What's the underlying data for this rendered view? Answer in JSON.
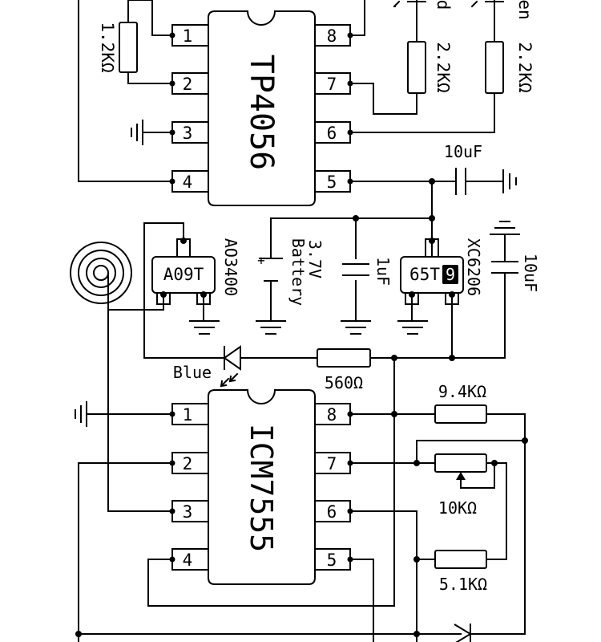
{
  "ic_tp4056": {
    "name": "TP4056",
    "pins": [
      "1",
      "2",
      "3",
      "4",
      "5",
      "6",
      "7",
      "8"
    ]
  },
  "ic_icm7555": {
    "name": "ICM7555",
    "pins": [
      "1",
      "2",
      "3",
      "4",
      "5",
      "6",
      "7",
      "8"
    ]
  },
  "mosfet": {
    "marking": "A09T",
    "part": "AO3400"
  },
  "regulator": {
    "marking": "65T",
    "marking_badge": "9",
    "part": "XC6206"
  },
  "battery": {
    "voltage": "3.7V",
    "label": "Battery",
    "plus": "+"
  },
  "capacitors": {
    "c_top": "10uF",
    "c_batt": "1uF",
    "c_reg": "10uF"
  },
  "resistors": {
    "r_prog": "1.2KΩ",
    "r_led1": "2.2KΩ",
    "r_led2": "2.2KΩ",
    "r_blue": "560Ω",
    "r_timer1": "9.4KΩ",
    "r_timer2": "5.1KΩ",
    "pot": "10KΩ"
  },
  "led_labels": {
    "top_left": "d",
    "top_right": "en",
    "blue": "Blue"
  }
}
